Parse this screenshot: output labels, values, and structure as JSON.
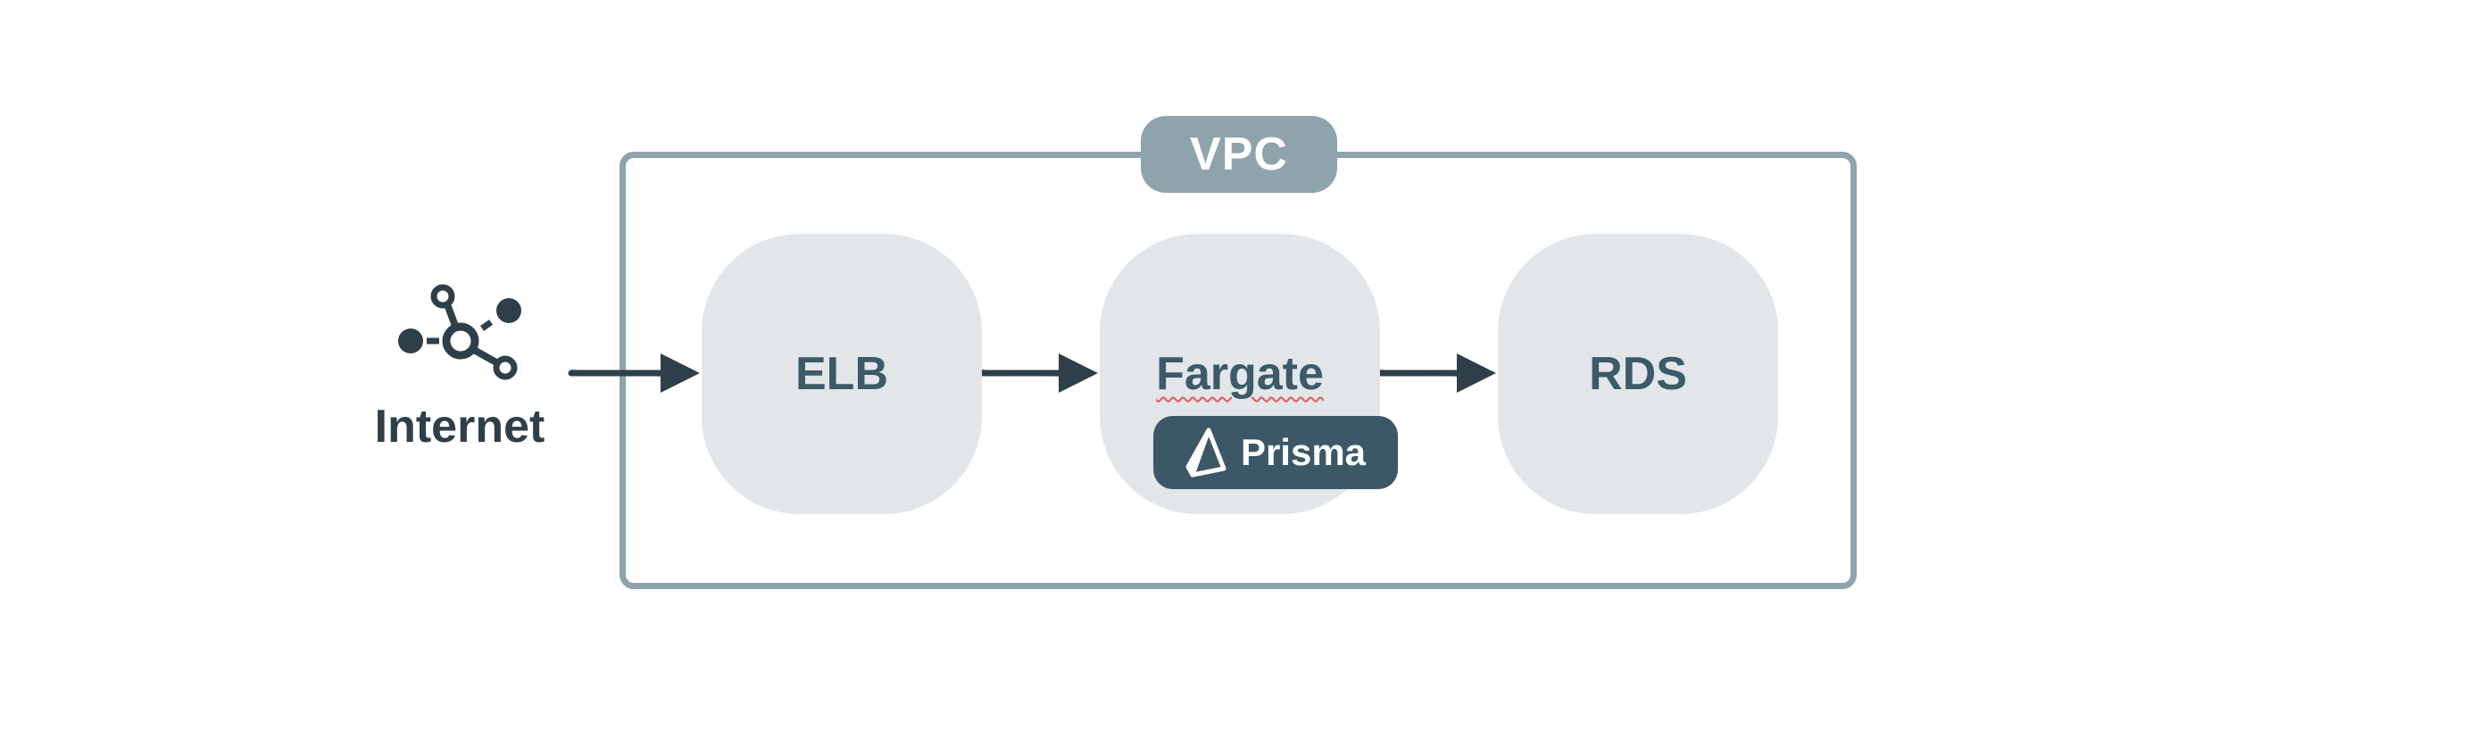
{
  "diagram": {
    "container": {
      "label": "VPC"
    },
    "source": {
      "label": "Internet",
      "icon": "network-icon"
    },
    "nodes": [
      {
        "id": "elb",
        "label": "ELB"
      },
      {
        "id": "fargate",
        "label": "Fargate",
        "badge": {
          "label": "Prisma",
          "icon": "prisma-logo-icon"
        }
      },
      {
        "id": "rds",
        "label": "RDS"
      }
    ],
    "edges": [
      {
        "from": "Internet",
        "to": "ELB"
      },
      {
        "from": "ELB",
        "to": "Fargate"
      },
      {
        "from": "Fargate",
        "to": "RDS"
      }
    ],
    "colors": {
      "container_border": "#8fa3ad",
      "node_fill": "#e2e6e9",
      "node_text": "#3c5a68",
      "badge_fill": "#3c5866",
      "arrow": "#2e3f4a"
    }
  }
}
